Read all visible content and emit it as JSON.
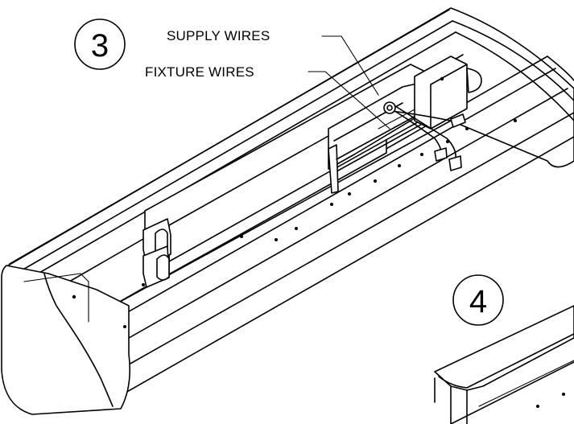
{
  "callouts": {
    "supply_wires": "SUPPLY WIRES",
    "fixture_wires": "FIXTURE WIRES"
  },
  "steps": {
    "step_3": "3",
    "step_4": "4"
  }
}
